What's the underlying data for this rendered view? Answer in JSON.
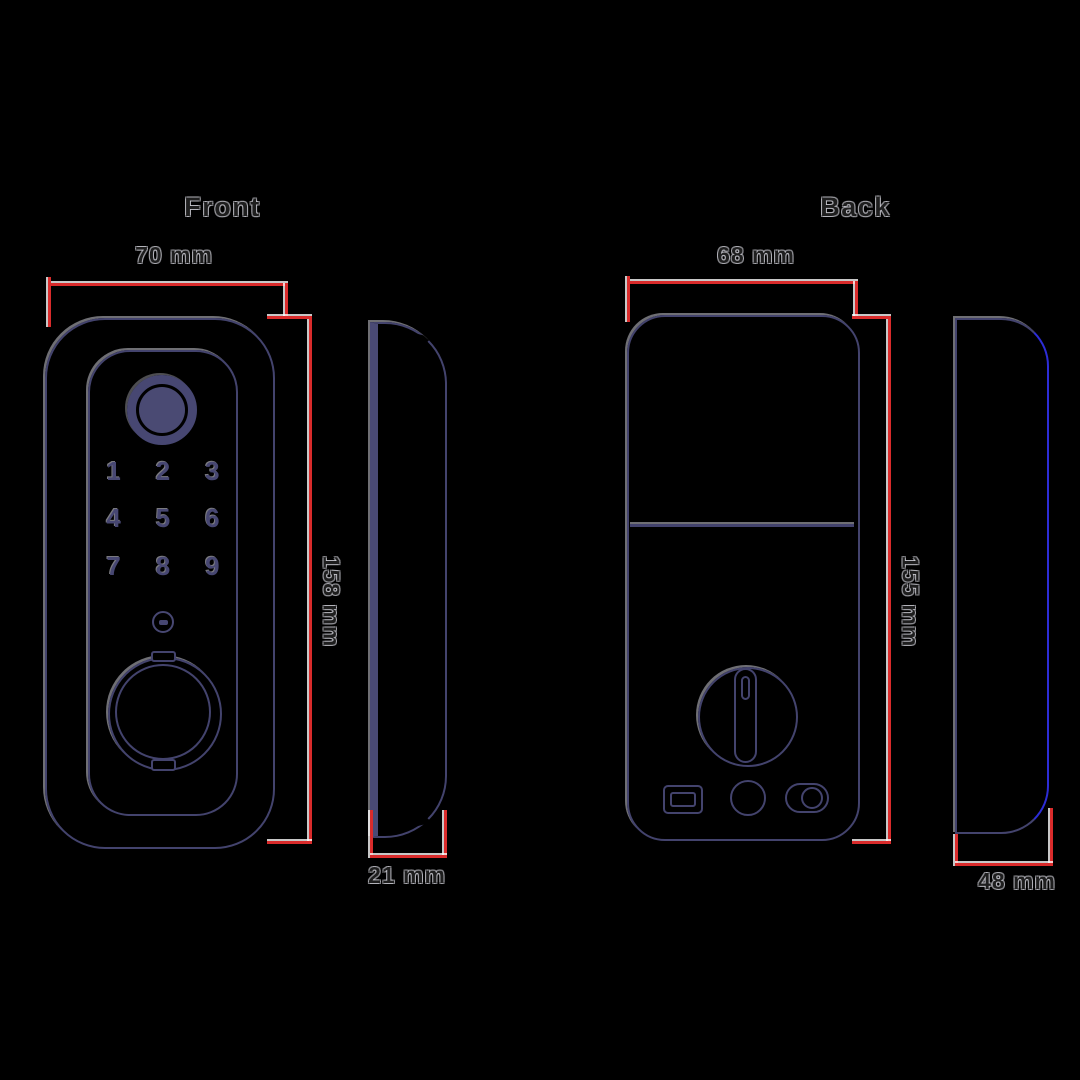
{
  "front": {
    "title": "Front",
    "width_label": "70 mm",
    "height_label": "158 mm",
    "depth_label": "21 mm",
    "keypad": [
      "1",
      "2",
      "3",
      "4",
      "5",
      "6",
      "7",
      "8",
      "9"
    ]
  },
  "back": {
    "title": "Back",
    "width_label": "68 mm",
    "height_label": "155 mm",
    "depth_label": "48 mm"
  },
  "colors": {
    "background": "#000000",
    "outline_navy": "#43436d",
    "fingerprint_fill": "#4a4a73",
    "dimension_red": "#d92b2b",
    "accent_blue": "#2d2dd6",
    "label_text": "#1e1e1e"
  },
  "icons": {
    "fingerprint": "fingerprint-sensor-icon",
    "lock_key": "lock-key-icon",
    "keyhole_cover": "keyhole-cover-icon",
    "thumbturn": "thumbturn-knob-icon",
    "battery_slot": "battery-slot-icon",
    "reset_button": "reset-button-icon",
    "toggle_switch": "toggle-switch-icon"
  }
}
